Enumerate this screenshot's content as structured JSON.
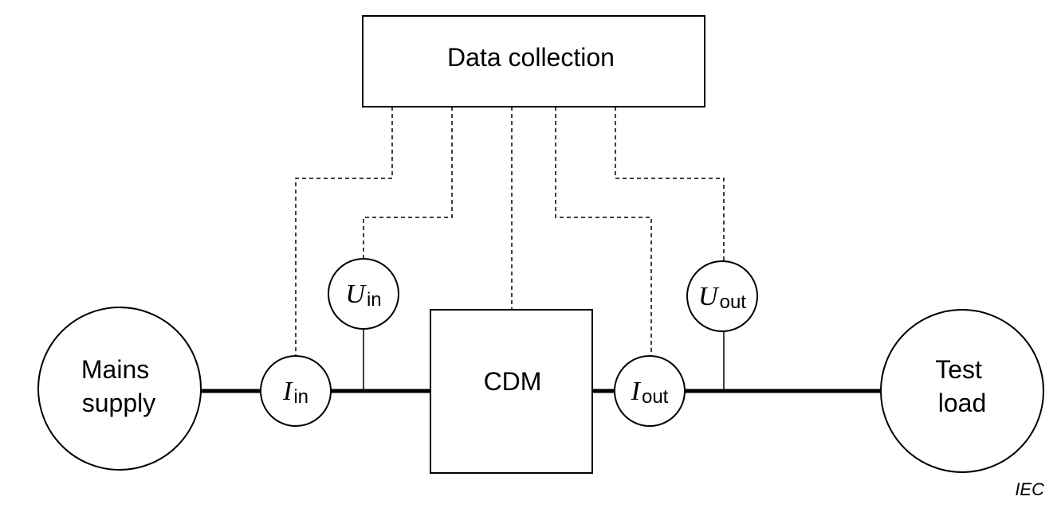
{
  "diagram": {
    "data_collection": "Data collection",
    "cdm": "CDM",
    "mains_supply": [
      "Mains",
      "supply"
    ],
    "test_load": [
      "Test",
      "load"
    ],
    "i_in": {
      "symbol": "I",
      "subscript": "in"
    },
    "u_in": {
      "symbol": "U",
      "subscript": "in"
    },
    "i_out": {
      "symbol": "I",
      "subscript": "out"
    },
    "u_out": {
      "symbol": "U",
      "subscript": "out"
    },
    "watermark": "IEC"
  }
}
